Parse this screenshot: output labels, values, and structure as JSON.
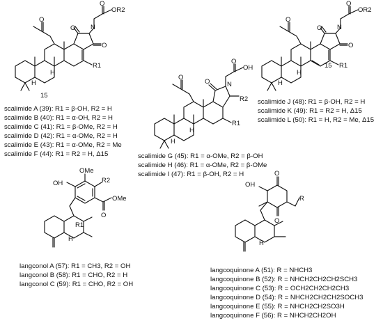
{
  "atoms": {
    "O": "O",
    "N": "N",
    "OR2": "OR2",
    "OH": "OH",
    "R1": "R1",
    "R2": "R2",
    "R": "R",
    "OMe": "OMe",
    "H": "H",
    "n15": "15"
  },
  "groups": {
    "g1": {
      "lines": [
        "scalimide A (39): R1 = β-OH, R2 = H",
        "scalimide B (40): R1 = α-OH, R2 = H",
        "scalimide C (41): R1 = β-OMe, R2 = H",
        "scalimide D (42): R1 = α-OMe, R2 = H",
        "scalimide E (43): R1 = α-OMe, R2 = Me",
        "scalimide F (44): R1 = R2 = H, Δ15"
      ]
    },
    "g2": {
      "lines": [
        "scalimide G (45): R1 = α-OMe, R2 = β-OH",
        "scalimide H (46): R1 = α-OMe, R2 = β-OMe",
        "scalimide I (47): R1 = β-OH, R2 = H"
      ]
    },
    "g3": {
      "lines": [
        "scalimide J (48): R1 = β-OH, R2 = H",
        "scalimide K (49): R1 = R2 = H, Δ15",
        "scalimide L (50): R1 = H, R2 = Me, Δ15"
      ]
    },
    "g4": {
      "lines": [
        "langconol A (57): R1 = CH3, R2 = OH",
        "langconol B (58): R1 = CHO, R2 = H",
        "langconol C (59): R1 = CHO, R2 = OH"
      ]
    },
    "g5": {
      "lines": [
        "langcoquinone A (51): R = NHCH3",
        "langcoquinone B (52): R = NHCH2CH2CH2SCH3",
        "langcoquinone C (53): R = OCH2CH2CH2CH3",
        "langcoquinone D (54): R = NHCH2CH2CH2SOCH3",
        "langcoquinone E (55): R = NHCH2CH2SO3H",
        "langcoquinone F (56): R = NHCH2CH2OH"
      ]
    }
  }
}
